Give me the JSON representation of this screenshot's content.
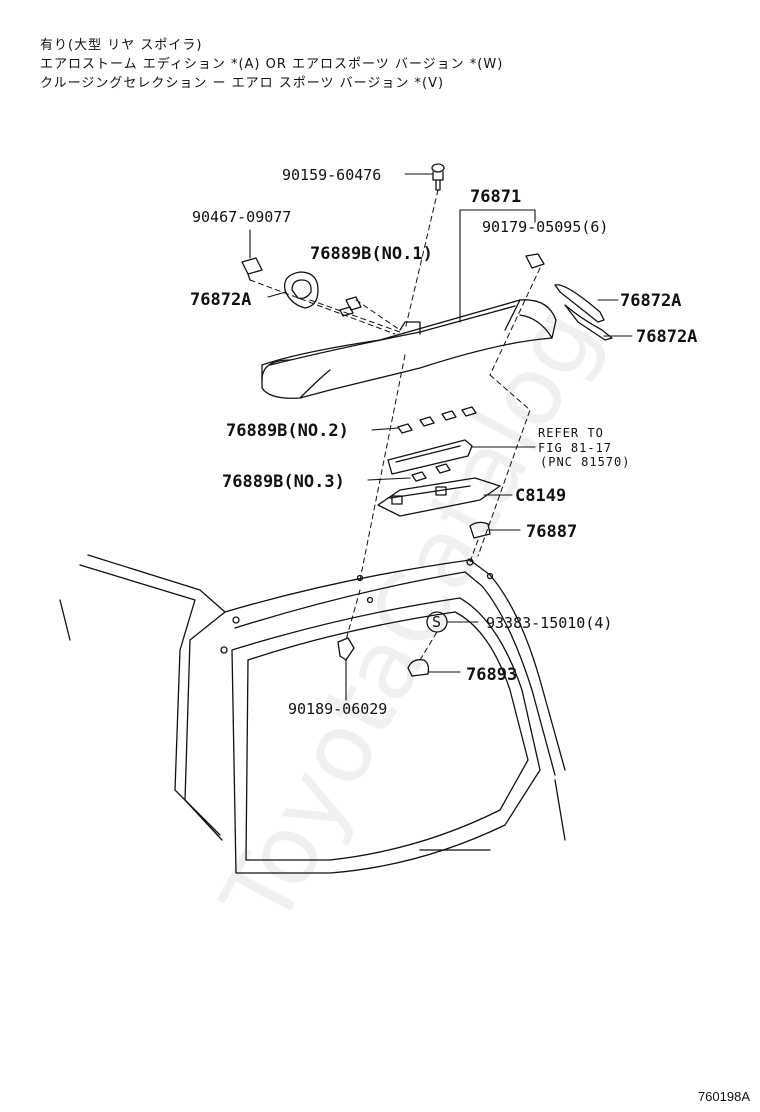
{
  "header": {
    "line1": "有り(大型 リヤ スポイラ)",
    "line2": "エアロストーム エディション *(A) OR エアロスポーツ バージョン *(W)",
    "line3": "クルージングセレクション ー エアロ スポーツ バージョン *(V)"
  },
  "watermark": "ToyotaCatalog",
  "parts": {
    "p90159": "90159-60476",
    "p76871": "76871",
    "p90467": "90467-09077",
    "p90179": "90179-05095(6)",
    "p76889b_no1": "76889B(NO.1)",
    "p76872a_left": "76872A",
    "p76872a_right1": "76872A",
    "p76872a_right2": "76872A",
    "p76889b_no2": "76889B(NO.2)",
    "p76889b_no3": "76889B(NO.3)",
    "c8149": "C8149",
    "p76887": "76887",
    "p93383": "93383-15010(4)",
    "p76893": "76893",
    "p90189": "90189-06029"
  },
  "refer": {
    "line1": "REFER TO",
    "line2": "FIG 81-17",
    "line3": "(PNC 81570)"
  },
  "symbol_s": "S",
  "footer": "760198A"
}
